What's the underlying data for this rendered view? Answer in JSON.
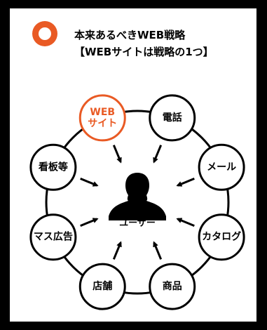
{
  "colors": {
    "accent": "#e95a24",
    "ink": "#000000",
    "background": "#ffffff"
  },
  "header": {
    "title_line1": "本来あるべきWEB戦略",
    "title_line2": "【WEBサイトは戦略の1つ】",
    "logo_icon": "orange-ring-icon"
  },
  "center": {
    "label": "ユーザー",
    "icon": "user-silhouette-icon"
  },
  "nodes": [
    {
      "key": "web",
      "lines": [
        "WEB",
        "サイト"
      ],
      "highlight": true
    },
    {
      "key": "phone",
      "lines": [
        "電話"
      ],
      "highlight": false
    },
    {
      "key": "mail",
      "lines": [
        "メール"
      ],
      "highlight": false
    },
    {
      "key": "catalog",
      "lines": [
        "カタログ"
      ],
      "highlight": false
    },
    {
      "key": "product",
      "lines": [
        "商品"
      ],
      "highlight": false
    },
    {
      "key": "store",
      "lines": [
        "店舗"
      ],
      "highlight": false
    },
    {
      "key": "mass-ad",
      "lines": [
        "マス広告"
      ],
      "highlight": false
    },
    {
      "key": "signboard",
      "lines": [
        "看板等"
      ],
      "highlight": false
    }
  ]
}
